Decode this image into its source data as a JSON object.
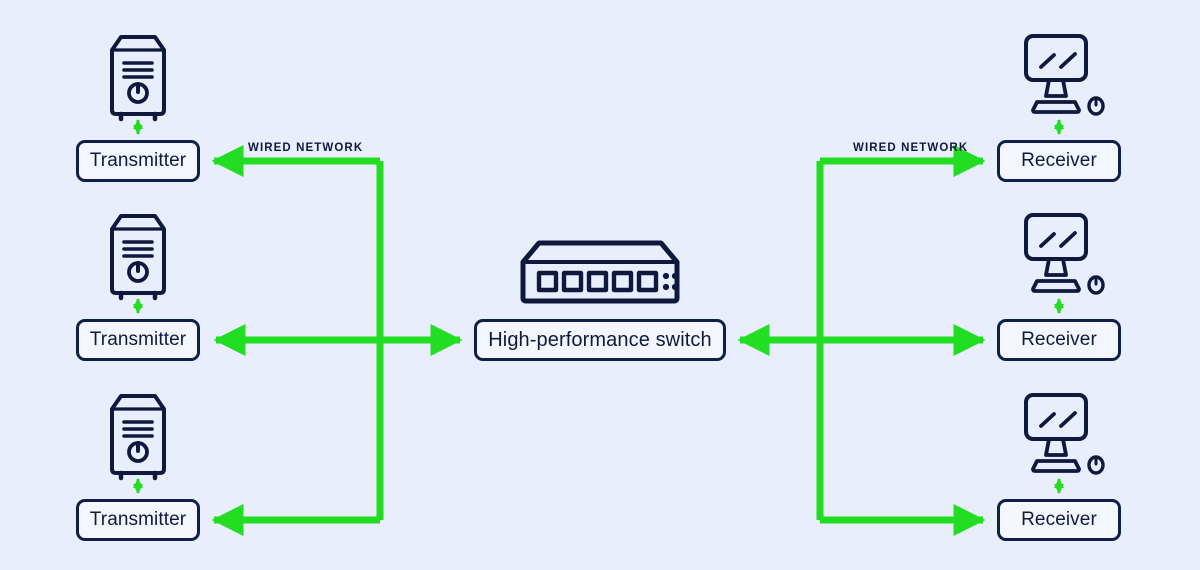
{
  "diagram": {
    "title": "Wired network transmitter to receiver topology",
    "background_color": "#e9eefc",
    "link_color": "#22dd22",
    "stroke_color": "#10193d",
    "box_fill": "#f3f6fd"
  },
  "labels": {
    "wired_network_left": "WIRED NETWORK",
    "wired_network_right": "WIRED NETWORK"
  },
  "transmitters": [
    {
      "label": "Transmitter",
      "icon": "server-tower-icon"
    },
    {
      "label": "Transmitter",
      "icon": "server-tower-icon"
    },
    {
      "label": "Transmitter",
      "icon": "server-tower-icon"
    }
  ],
  "receivers": [
    {
      "label": "Receiver",
      "icon": "desktop-workstation-icon"
    },
    {
      "label": "Receiver",
      "icon": "desktop-workstation-icon"
    },
    {
      "label": "Receiver",
      "icon": "desktop-workstation-icon"
    }
  ],
  "switch": {
    "label": "High-performance switch",
    "icon": "network-switch-icon",
    "port_count": 5,
    "indicator_dots": 4
  },
  "connections": [
    {
      "from": "transmitter-1",
      "to": "left-trunk",
      "direction": "left",
      "style": "elbow"
    },
    {
      "from": "transmitter-2",
      "to": "switch",
      "direction": "both",
      "style": "straight"
    },
    {
      "from": "transmitter-3",
      "to": "left-trunk",
      "direction": "left",
      "style": "elbow"
    },
    {
      "from": "switch",
      "to": "receiver-2",
      "direction": "both",
      "style": "straight"
    },
    {
      "from": "right-trunk",
      "to": "receiver-1",
      "direction": "right",
      "style": "elbow"
    },
    {
      "from": "right-trunk",
      "to": "receiver-3",
      "direction": "right",
      "style": "elbow"
    },
    {
      "from": "tower-icon",
      "to": "transmitter-box",
      "direction": "both",
      "style": "vertical-short"
    },
    {
      "from": "desktop-icon",
      "to": "receiver-box",
      "direction": "both",
      "style": "vertical-short"
    }
  ]
}
